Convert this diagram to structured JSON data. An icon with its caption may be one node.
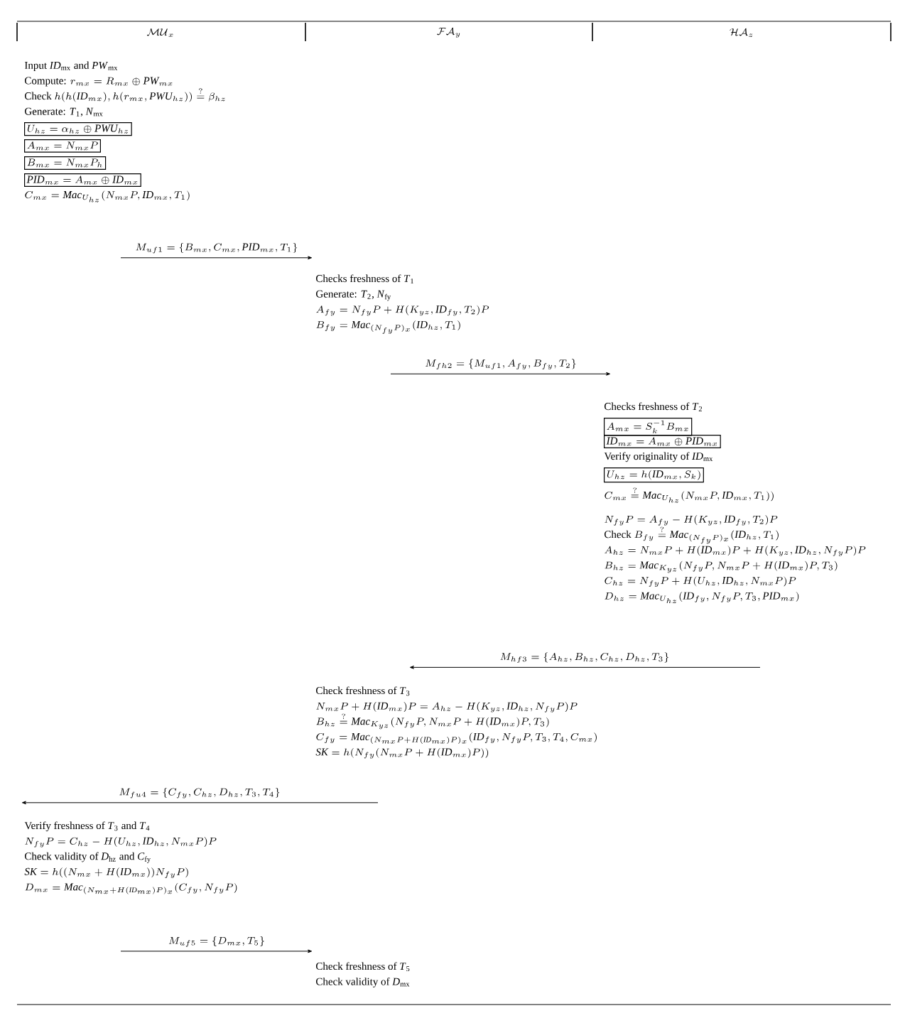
{
  "diagram": {
    "nodes": [
      {
        "text": [
          "Input *ID*$_{mx}$ and *PW*$_{mx}$",
          "\\text{Compute: } r_{mx} = R_{mx} \\oplus \\mathit{PW}_{mx}",
          "\\text{Check } h(h(\\mathit{ID}_{mx}), h(r_{mx}, \\mathit{PWU}_{hz})) \\stackrel{?}{=} \\beta_{hz}",
          "Generate: *T*$_{1}$, *N*$_{mx}$"
        ]
      },
      {
        "text": [
          "U_{hz} = \\alpha_{hz} \\oplus \\mathit{PWU}_{hz}"
        ]
      },
      {
        "text": [
          "A_{mx} = N_{mx}P"
        ]
      },
      {
        "text": [
          "B_{mx} = N_{mx}P_{h}"
        ]
      },
      {
        "text": [
          "\\mathit{PID}_{mx} = A_{mx} \\oplus \\mathit{ID}_{mx}"
        ]
      },
      {
        "text": [
          "C_{mx} = \\mathit{Mac}_{U_{hz}}(N_{mx}P, \\mathit{ID}_{mx}, T_{1})"
        ]
      },
      {
        "text": [
          "Checks freshness of *T*$_{1}$",
          "Generate: *T*$_{2}$, *N*$_{fy}$",
          "A_{fy} = N_{fy}P + H(K_{yz}, \\mathit{ID}_{fy}, T_{2})P",
          "B_{fy} = \\mathit{Mac}_{(N_{fy}P)_{x}}(\\mathit{ID}_{hz}, T_{1})"
        ]
      },
      {
        "text": [
          "Checks freshness of *T*$_{2}$"
        ]
      },
      {
        "text": [
          "A_{mx} = S_{k}^{-1}B_{mx}"
        ]
      },
      {
        "text": [
          "\\mathit{ID}_{mx} = A_{mx} \\oplus \\mathit{PID}_{mx}"
        ]
      },
      {
        "text": [
          "Verify originality of *ID*$_{mx}$"
        ]
      },
      {
        "text": [
          "U_{hz} = h(\\mathit{ID}_{mx}, S_{k})"
        ]
      },
      {
        "text": [
          "C_{mx} \\stackrel{?}{=} \\mathit{Mac}_{U_{hz}}(N_{mx}P, \\mathit{ID}_{mx}, T_{1}))",
          "N_{fy}P = A_{fy} - H(K_{yz}, \\mathit{ID}_{fy}, T_{2})P",
          "\\text{Check } B_{fy} \\stackrel{?}{=} \\mathit{Mac}_{(N_{fy}P)_{x}}(\\mathit{ID}_{hz}, T_{1})",
          "A_{hz} = N_{mx}P + H(\\mathit{ID}_{mx})P + H(K_{yz}, \\mathit{ID}_{hz}, N_{fy}P)P",
          "B_{hz} = \\mathit{Mac}_{K_{yz}}(N_{fy}P, N_{mx}P + H(\\mathit{ID}_{mx})P, T_{3})",
          "C_{hz} = N_{fy}P + H(U_{hz}, \\mathit{ID}_{hz}, N_{mx}P)P",
          "D_{hz} = \\mathit{Mac}_{U_{hz}}(\\mathit{ID}_{fy}, N_{fy}P, T_{3}, \\mathit{PID}_{mx})"
        ]
      },
      {
        "text": [
          "Check freshness of *T*$_{3}$",
          "N_{mx}P + H(\\mathit{ID}_{mx})P = A_{hz} - H(K_{yz}, \\mathit{ID}_{hz}, N_{fy}P)P",
          "B_{hz} \\stackrel{?}{=} \\mathit{Mac}_{K_{yz}}(N_{fy}P, N_{mx}P + H(\\mathit{ID}_{mx})P, T_{3})",
          "C_{fy} = \\mathit{Mac}_{(N_{mx}P + H(\\mathit{ID}_{mx})P)_{x}}(\\mathit{ID}_{fy}, N_{fy}P, T_{3}, T_{4}, C_{mx})",
          "\\mathit{SK} = h(N_{fy}(N_{mx}P + H(\\mathit{ID}_{mx})P))"
        ]
      },
      {
        "text": [
          "Verify freshness of *T*$_{3}$ and *T*$_{4}$",
          "N_{fy}P = C_{hz} - H(U_{hz}, \\mathit{ID}_{hz}, N_{mx}P)P",
          "Check validity of *D*$_{hz}$ and *C*$_{fy}$",
          "\\mathit{SK} = h((N_{mx} + H(\\mathit{ID}_{mx}))N_{fy}P)",
          "D_{mx} = \\mathit{Mac}_{(N_{mx}+H(\\mathit{ID}_{mx})P)_{x}}(C_{fy}, N_{fy}P)"
        ]
      },
      {
        "text": [
          "Check freshness of *T*$_{5}$",
          "Check validity of *D*$_{mx}$"
        ]
      }
    ],
    "edges": [
      {
        "from": 5,
        "to": 6,
        "arrow": "to",
        "label": "M_{uf1} = \\{B_{mx}, C_{mx}, \\mathit{PID}_{mx}, T_{1}\\}"
      },
      {
        "from": 6,
        "to": 7,
        "arrow": "to",
        "label": "M_{fh2} = \\{M_{uf1}, A_{fy}, B_{fy}, T_{2}\\}"
      },
      {
        "from": 12,
        "to": 13,
        "arrow": "to",
        "label": "M_{hf3} = \\{A_{hz}, B_{hz}, C_{hz}, D_{hz}, T_{3}\\}"
      },
      {
        "from": 13,
        "to": 14,
        "arrow": "to",
        "label": "M_{fu4} = \\{C_{fy}, C_{hz}, D_{hz}, T_{3}, T_{4}\\}"
      },
      {
        "from": 14,
        "to": 15,
        "arrow": "to",
        "label": "M_{uf5} = \\{D_{mx}, T_{5}\\}"
      }
    ],
    "labels": [
      "\\mathcal{MU}_{x}",
      "\\mathcal{FA}_{y}",
      "\\mathcal{HA}_{z}"
    ]
  }
}
